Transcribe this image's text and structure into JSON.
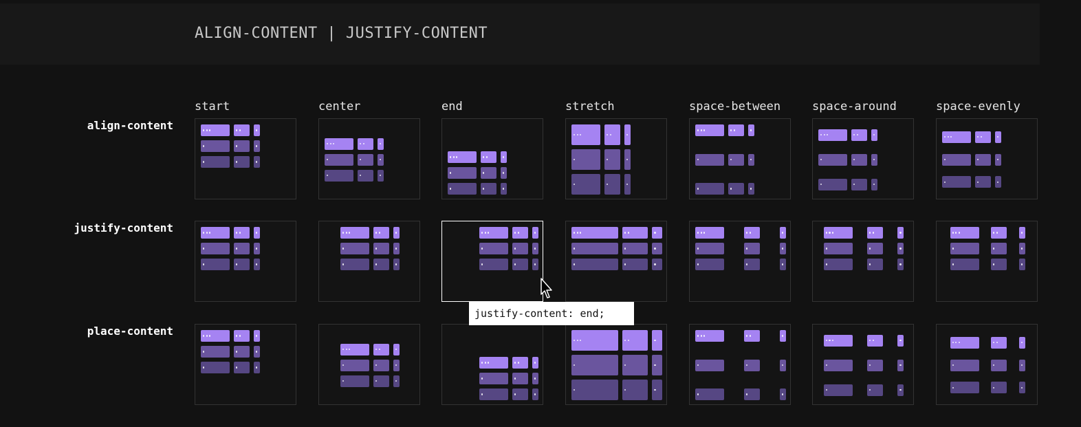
{
  "header": {
    "title": "ALIGN-CONTENT | JUSTIFY-CONTENT"
  },
  "columns": [
    "start",
    "center",
    "end",
    "stretch",
    "space-between",
    "space-around",
    "space-evenly"
  ],
  "rows": [
    "align-content",
    "justify-content",
    "place-content"
  ],
  "selected": {
    "row": "justify-content",
    "column": "end"
  },
  "tooltip": {
    "text": "justify-content: end;"
  },
  "colors": {
    "background": "#121212",
    "header_bg": "#181818",
    "cell_border": "#333333",
    "block_row1": "#a583f2",
    "block_row2": "#6a559e",
    "block_row3": "#564783",
    "selected_border": "#ffffff",
    "tooltip_bg": "#ffffff"
  }
}
